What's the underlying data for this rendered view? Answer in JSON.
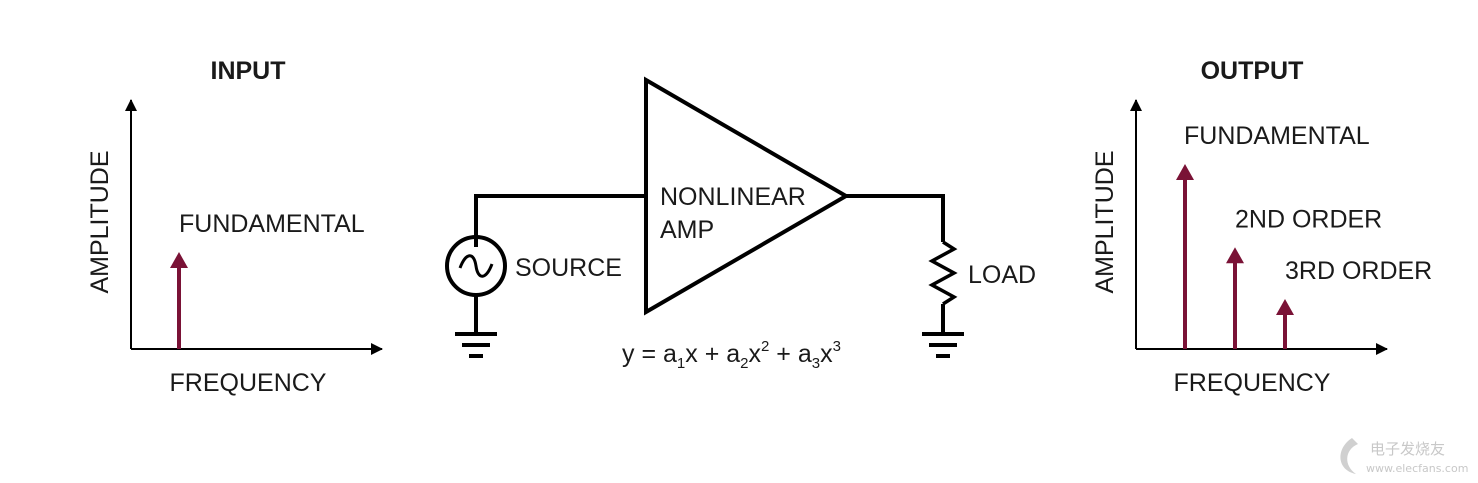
{
  "input_panel": {
    "title": "INPUT",
    "y_axis_label": "AMPLITUDE",
    "x_axis_label": "FREQUENCY",
    "lines": [
      {
        "label": "FUNDAMENTAL",
        "relative_amplitude": 1.0
      }
    ]
  },
  "circuit": {
    "source_label": "SOURCE",
    "amp_label_line1": "NONLINEAR",
    "amp_label_line2": "AMP",
    "load_label": "LOAD",
    "equation": {
      "lhs": "y = a",
      "sub1": "1",
      "t1": "x + a",
      "sub2": "2",
      "t2": "x",
      "sup2": "2",
      "t3": " + a",
      "sub3": "3",
      "t4": "x",
      "sup3": "3"
    }
  },
  "output_panel": {
    "title": "OUTPUT",
    "y_axis_label": "AMPLITUDE",
    "x_axis_label": "FREQUENCY",
    "lines": [
      {
        "label": "FUNDAMENTAL",
        "relative_amplitude": 1.0
      },
      {
        "label": "2ND ORDER",
        "relative_amplitude": 0.55
      },
      {
        "label": "3RD ORDER",
        "relative_amplitude": 0.27
      }
    ]
  },
  "colors": {
    "spectral_line": "#7a1236",
    "wire": "#000000",
    "text": "#1a1a1a"
  },
  "watermark": {
    "cn_text": "电子发烧友",
    "url": "www.elecfans.com"
  }
}
